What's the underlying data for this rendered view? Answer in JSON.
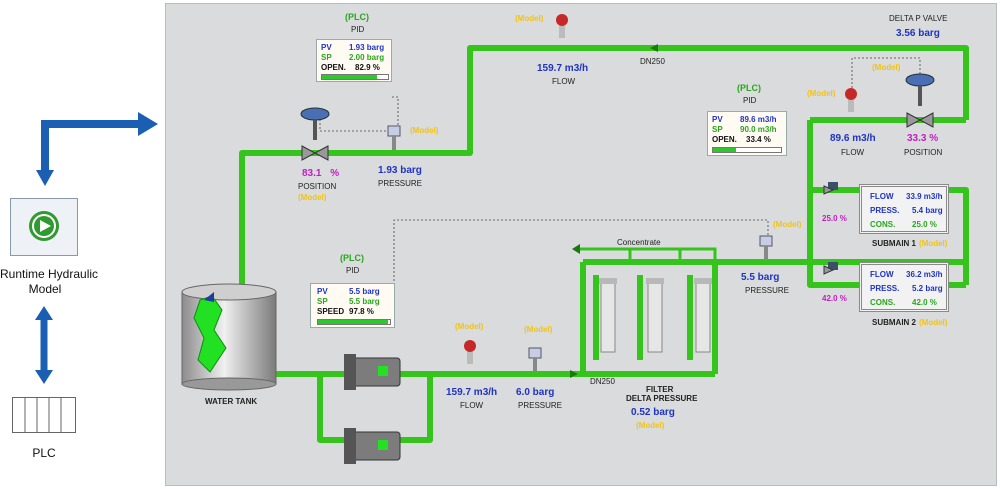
{
  "left": {
    "runtime_label_line1": "Runtime Hydraulic",
    "runtime_label_line2": "Model",
    "plc_label": "PLC",
    "play_icon": "play-icon",
    "arrow_color": "#1b5fb3"
  },
  "scada": {
    "pid_top": {
      "plc": "(PLC)",
      "pid": "PID",
      "pv_label": "PV",
      "pv_value": "1.93 barg",
      "sp_label": "SP",
      "sp_value": "2.00 barg",
      "open_label": "OPEN.",
      "open_value": "82.9 %",
      "open_pct": 82.9
    },
    "valve_left": {
      "value": "83.1",
      "unit": "%",
      "label": "POSITION",
      "model": "(Model)"
    },
    "pressure_top": {
      "model": "(Model)",
      "value": "1.93 barg",
      "label": "PRESSURE"
    },
    "flow_top": {
      "model": "(Model)",
      "value": "159.7  m3/h",
      "label": "FLOW"
    },
    "dn250_top": "DN250",
    "delta_p_valve": {
      "title": "DELTA P VALVE",
      "value": "3.56 barg",
      "model": "(Model)"
    },
    "pid_right": {
      "plc": "(PLC)",
      "pid": "PID",
      "pv_label": "PV",
      "pv_value": "89.6  m3/h",
      "sp_label": "SP",
      "sp_value": "90.0  m3/h",
      "open_label": "OPEN.",
      "open_value": "33.4 %",
      "open_pct": 33.4
    },
    "flow_right": {
      "model": "(Model)",
      "value": "89.6  m3/h",
      "label": "FLOW"
    },
    "position_right": {
      "value": "33.3  %",
      "label": "POSITION"
    },
    "submain1": {
      "flow_label": "FLOW",
      "flow_value": "33.9 m3/h",
      "press_label": "PRESS.",
      "press_value": "5.4  barg",
      "cons_label": "CONS.",
      "cons_value": "25.0  %",
      "name": "SUBMAIN 1",
      "model": "(Model)",
      "valve_pct": "25.0  %"
    },
    "submain2": {
      "flow_label": "FLOW",
      "flow_value": "36.2 m3/h",
      "press_label": "PRESS.",
      "press_value": "5.2  barg",
      "cons_label": "CONS.",
      "cons_value": "42.0  %",
      "name": "SUBMAIN 2",
      "model": "(Model)",
      "valve_pct": "42.0  %"
    },
    "pressure_right": {
      "model": "(Model)",
      "value": "5.5   barg",
      "label": "PRESSURE"
    },
    "concentrate": "Concentrate",
    "pid_bottom": {
      "plc": "(PLC)",
      "pid": "PID",
      "pv_label": "PV",
      "pv_value": "5.5    barg",
      "sp_label": "SP",
      "sp_value": "5.5    barg",
      "speed_label": "SPEED",
      "speed_value": "97.8  %",
      "speed_pct": 97.8
    },
    "water_tank": "WATER TANK",
    "flow_bottom": {
      "model": "(Model)",
      "value": "159.7  m3/h",
      "label": "FLOW"
    },
    "pressure_bottom": {
      "model": "(Model)",
      "value": "6.0  barg",
      "label": "PRESSURE"
    },
    "dn250_bottom": "DN250",
    "filter": {
      "title1": "FILTER",
      "title2": "DELTA PRESSURE",
      "value": "0.52  barg",
      "model": "(Model)"
    }
  },
  "colors": {
    "pipe": "#35c41b",
    "pipe_dark": "#1a7a0f",
    "plc_green": "#2aa51f",
    "model_yellow": "#f0c419",
    "value_blue": "#1f33c4",
    "pct_magenta": "#c020c0"
  }
}
